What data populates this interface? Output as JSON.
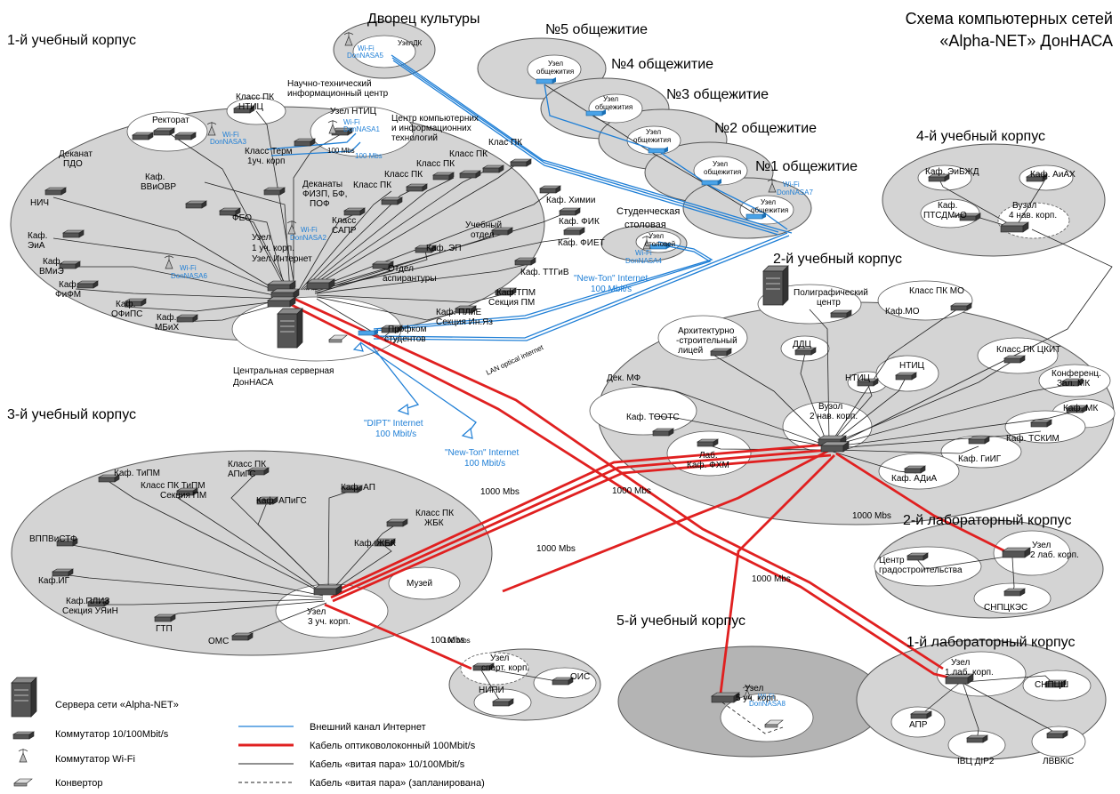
{
  "title_line1": "Схема компьютерных сетей",
  "title_line2": "«Alpha-NET» ДонНАСА",
  "buildings": {
    "b1": "1-й учебный корпус",
    "b2": "2-й учебный корпус",
    "b3": "3-й учебный корпус",
    "b4": "4-й учебный корпус",
    "b5": "5-й учебный корпус",
    "lab1": "1-й лабораторный корпус",
    "lab2": "2-й лабораторный корпус",
    "palace": "Дворец культуры",
    "canteen_1": "Студенческая",
    "canteen_2": "столовая",
    "dorm5": "№5 общежитие",
    "dorm4": "№4 общежитие",
    "dorm3": "№3 общежитие",
    "dorm2": "№2 общежитие",
    "dorm1": "№1 общежитие"
  },
  "server_label_1": "Центральная серверная",
  "server_label_2": "ДонНАСА",
  "links": {
    "speed_1000": "1000 Mbs",
    "speed_100": "100 Mbs",
    "speed_100_small": "100 Mbs",
    "newton_top_1": "\"New-Ton\" Internet",
    "newton_top_2": "100 Mbit/s",
    "dipt_1": "\"DIPT\" Internet",
    "dipt_2": "100 Mbit/s",
    "newton_bot_1": "\"New-Ton\" Internet",
    "newton_bot_2": "100 Mbit/s",
    "lan_optical": "LAN optical internet"
  },
  "wifi": {
    "wifi": "Wi-Fi",
    "a1": "DonNASA1",
    "a2": "DonNASA2",
    "a3": "DonNASA3",
    "a4": "DonNASA4",
    "a5": "DonNASA5",
    "a6": "DonNASA6",
    "a7": "DonNASA7",
    "a8": "DonNASA8"
  },
  "b1_labels": {
    "ntic_center_1": "Научно-технический",
    "ntic_center_2": "информационный центр",
    "class_ntic_1": "Класс ПК",
    "class_ntic_2": "НТИЦ",
    "node_ntic": "Узел НТИЦ",
    "ckit_1": "Центр компьютерних",
    "ckit_2": "и информационних",
    "ckit_3": "технологий",
    "rectorat": "Ректорат",
    "dekanat_pdo_1": "Деканат",
    "dekanat_pdo_2": "ПДО",
    "class_term_1": "Класс Терм",
    "class_term_2": "1уч. корп",
    "kaf_vviovr_1": "Каф.",
    "kaf_vviovr_2": "ВВиОВР",
    "nich": "НИЧ",
    "dekanaty_1": "Деканаты",
    "dekanaty_2": "ФИЗП, БФ,",
    "dekanaty_3": "ПОФ",
    "feo": "ФЕО",
    "node_1_1": "Узел",
    "node_1_2": "1 уч. корп.",
    "node_1_3": "Узел Интернет",
    "kaf_eia_1": "Каф.",
    "kaf_eia_2": "ЭиА",
    "kaf_vmie_1": "Каф.",
    "kaf_vmie_2": "ВМиЭ",
    "kaf_fifm_1": "Каф.",
    "kaf_fifm_2": "ФиФМ",
    "kaf_ofips_1": "Каф.",
    "kaf_ofips_2": "ОФиПС",
    "kaf_mbih_1": "Каф.",
    "kaf_mbih_2": "МБиХ",
    "klass_pk_a": "Класс ПК",
    "klass_pk_b": "Класс ПК",
    "klass_pk_c": "Класс ПК",
    "klass_pk_d": "Класс ПК",
    "klas_pk": "Клас ПК",
    "klass_sapr_1": "Класс",
    "klass_sapr_2": "САПР",
    "kaf_himii": "Каф. Химии",
    "kaf_fik": "Каф. ФИК",
    "kaf_fiet": "Каф. ФИЕТ",
    "ucheb_otdel_1": "Учебный",
    "ucheb_otdel_2": "отдел",
    "kaf_ep": "Каф. ЭП",
    "otdel_asp_1": "Отдел",
    "otdel_asp_2": "аспирантуры",
    "kaf_ttgiv": "Каф. ТТГиВ",
    "kaf_tpm_1": "Каф.ТПМ",
    "kaf_tpm_2": "Секция ПМ",
    "kaf_plie_1": "Каф. ПЛиЕ",
    "kaf_plie_2": "Секция Ин.Яз",
    "profkom_1": "Профком",
    "profkom_2": "студентов",
    "mbs_100_a": "100 Mbs",
    "mbs_100_b": "100 Mbs"
  },
  "dorm_labels": {
    "node_dk": "УзелДК",
    "node_1": "Узел",
    "node_2": "общежития",
    "canteen_node_1": "Узел",
    "canteen_node_2": "столовой"
  },
  "b2_labels": {
    "poligraf_1": "Полиграфический",
    "poligraf_2": "центр",
    "class_mo": "Класс ПК МО",
    "kaf_mo": "Каф.МО",
    "licej_1": "Архитектурно",
    "licej_2": "-строительный",
    "licej_3": "лицей",
    "ddc": "ДДЦ",
    "dek_mf": "Дек. МФ",
    "ntic_a": "НТИЦ",
    "ntic_b": "НТИЦ",
    "class_ckit": "Класс ПК ЦКИТ",
    "konf_1": "Конференц.",
    "konf_2": "Зал. МК",
    "kaf_mk": "Каф. МК",
    "kaf_tootc": "Каф. ТООТС",
    "node_1": "Вузол",
    "node_2": "2 нав. корп.",
    "lab_fhm_1": "Лаб.",
    "lab_fhm_2": "Каф. ФХМ",
    "kaf_tskim": "Каф. ТСКИМ",
    "kaf_giig": "Каф. ГиИГ",
    "kaf_adia": "Каф. АДиА"
  },
  "b4_labels": {
    "kaf_eibzhd": "Каф. ЭиБЖД",
    "kaf_aiah": "Каф. АиАХ",
    "kaf_ptsdmio_1": "Каф.",
    "kaf_ptsdmio_2": "ПТСДМиО",
    "node_1": "Вузол",
    "node_2": "4 нав. корп."
  },
  "b3_labels": {
    "kaf_tipm": "Каф. ТиПМ",
    "class_tipm_1": "Класс ПК ТиПМ",
    "class_tipm_2": "Секция ПМ",
    "class_apigs_1": "Класс ПК",
    "class_apigs_2": "АПиГС",
    "kaf_ap": "Каф. АП",
    "kaf_apigs": "Каф. АПиГС",
    "class_zhbk_1": "Класс ПК",
    "class_zhbk_2": "ЖБК",
    "kaf_zhbk": "Каф. ЖБК",
    "vppvistf": "ВППВиСТФ",
    "kaf_ig": "Каф.ИГ",
    "kaf_pliz_1": "Каф.ПЛИЗ",
    "kaf_pliz_2": "Секция УЯиН",
    "gtp": "ГТП",
    "oms": "ОМС",
    "muzej": "Музей",
    "node_1": "Узел",
    "node_2": "3 уч. корп."
  },
  "sport_labels": {
    "node_1": "Узел",
    "node_2": "спорт. корп.",
    "nipi": "НИПИ",
    "ois": "ОИС"
  },
  "b5_labels": {
    "node_1": "Узел",
    "node_2": "5 уч. корп."
  },
  "lab2_labels": {
    "center_1": "Центр",
    "center_2": "градостроительства",
    "node_1": "Узел",
    "node_2": "2 лаб. корп.",
    "snpckes": "СНПЦКЭС"
  },
  "lab1_labels": {
    "node_1": "Узел",
    "node_2": "1 лаб. корп.",
    "snpcsh": "СНПЦШ",
    "apr": "АПР",
    "ivc": "ІВЦ ДІР2",
    "lvvkis": "ЛВВКіС"
  },
  "legend": {
    "servers": "Сервера сети «Alpha-NET»",
    "switch": "Коммутатор 10/100Mbit/s",
    "wifi_switch": "Коммутатор Wi-Fi",
    "converter": "Конвертор",
    "internet": "Внешний канал Интернет",
    "optical": "Кабель оптиковолоконный 100Mbit/s",
    "twisted": "Кабель «витая пара» 10/100Mbit/s",
    "planned": "Кабель «витая пара» (запланирована)"
  },
  "colors": {
    "optical": "#e02020",
    "internet": "#1f7fd6",
    "ellipse": "#d4d4d4",
    "switch": "#5a5a5a"
  }
}
